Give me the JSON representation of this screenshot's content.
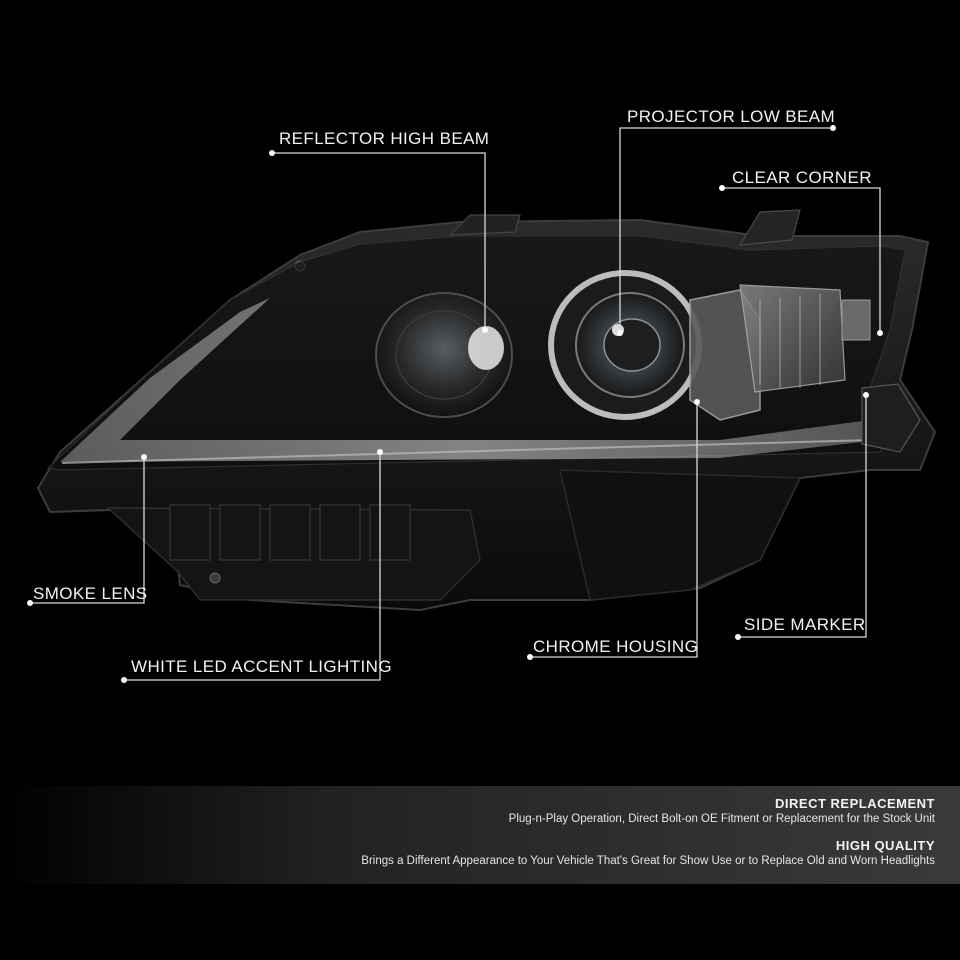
{
  "callouts": {
    "reflector_high_beam": "REFLECTOR HIGH BEAM",
    "projector_low_beam": "PROJECTOR LOW BEAM",
    "clear_corner": "CLEAR CORNER",
    "smoke_lens": "SMOKE LENS",
    "white_led_accent_lighting": "WHITE LED ACCENT LIGHTING",
    "chrome_housing": "CHROME HOUSING",
    "side_marker": "SIDE MARKER"
  },
  "features": [
    {
      "title": "DIRECT REPLACEMENT",
      "text": "Plug-n-Play Operation, Direct Bolt-on OE Fitment or Replacement for the Stock Unit"
    },
    {
      "title": "HIGH QUALITY",
      "text": "Brings a Different Appearance to Your Vehicle That's Great for Show Use or to Replace Old and Worn Headlights"
    }
  ],
  "colors": {
    "background": "#000000",
    "callout_line": "#d9d9d9",
    "headlight_body": "#1a1a1a"
  }
}
